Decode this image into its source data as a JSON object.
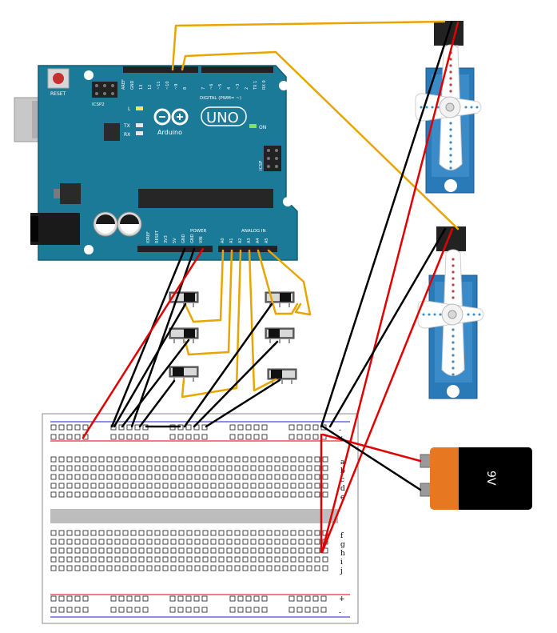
{
  "arduino": {
    "brand": "Arduino",
    "model": "UNO",
    "reset_label": "RESET",
    "icsp2_label": "ICSP2",
    "icsp_label": "ICSP",
    "led_l_label": "L",
    "led_tx_label": "TX",
    "led_rx_label": "RX",
    "on_label": "ON",
    "digital_label": "DIGITAL (PWM= ~)",
    "power_label": "POWER",
    "analog_label": "ANALOG IN",
    "top_pins": [
      "AREF",
      "GND",
      "13",
      "12",
      "~11",
      "~10",
      "~9",
      "8",
      "7",
      "~6",
      "~5",
      "4",
      "~3",
      "2",
      "TX 1",
      "RX 0"
    ],
    "power_pins": [
      "IOREF",
      "RESET",
      "3V3",
      "5V",
      "GND",
      "GND",
      "VIN"
    ],
    "analog_pins": [
      "A0",
      "A1",
      "A2",
      "A3",
      "A4",
      "A5"
    ]
  },
  "battery": {
    "label": "9V"
  },
  "breadboard": {
    "rows_top": [
      "a",
      "b",
      "c",
      "d",
      "e"
    ],
    "rows_bottom": [
      "f",
      "g",
      "h",
      "i",
      "j"
    ],
    "rail_plus": "+",
    "rail_minus": "-"
  },
  "colors": {
    "board": "#1a7a97",
    "signal_wire": "#e8a500",
    "power_wire": "#e00000",
    "ground_wire": "#000000",
    "servo_body": "#2b7ab8",
    "battery_body": "#e87722"
  }
}
